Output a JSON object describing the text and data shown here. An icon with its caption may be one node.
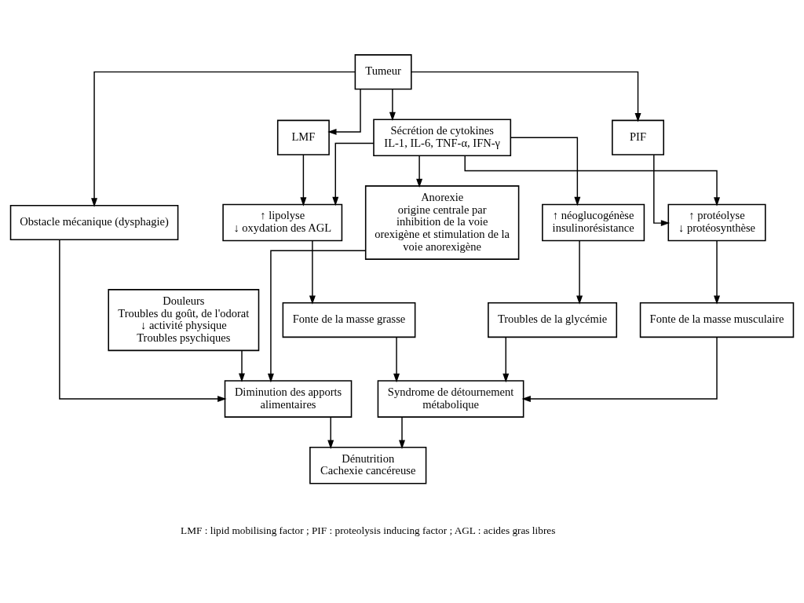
{
  "diagram": {
    "nodes": [
      {
        "text": [
          "Tumeur"
        ]
      },
      {
        "text": [
          "Sécrétion de cytokines",
          "IL-1, IL-6, TNF-α, IFN-γ"
        ]
      },
      {
        "text": [
          "LMF"
        ]
      },
      {
        "text": [
          "PIF"
        ]
      },
      {
        "text": [
          "Obstacle mécanique (dysphagie)"
        ]
      },
      {
        "text": [
          "Anorexie",
          "origine centrale par inhibition de la voie orexigène et stimulation de la voie anorexigène"
        ]
      },
      {
        "text": [
          "↑ lipolyse",
          "↓ oxydation des AGL"
        ]
      },
      {
        "text": [
          "↑ protéolyse",
          "↓ protéosynthèse"
        ]
      },
      {
        "text": [
          "↑ néoglucogénèse",
          "insulinorésistance"
        ]
      },
      {
        "text": [
          "Douleurs",
          "Troubles du goût, de l'odorat",
          "↓ activité physique",
          "Troubles psychiques"
        ]
      },
      {
        "text": [
          "Fonte de la masse grasse"
        ]
      },
      {
        "text": [
          "Fonte de la masse musculaire"
        ]
      },
      {
        "text": [
          "Troubles de la glycémie"
        ]
      },
      {
        "text": [
          "Diminution des apports alimentaires"
        ]
      },
      {
        "text": [
          "Syndrome de détournement métabolique"
        ]
      },
      {
        "text": [
          "Dénutrition",
          "Cachexie cancéreuse"
        ]
      }
    ],
    "edges": [
      {
        "from": 0,
        "to": 4,
        "arrow": "to"
      },
      {
        "from": 0,
        "to": 1,
        "arrow": "to"
      },
      {
        "from": 0,
        "to": 2,
        "arrow": "to"
      },
      {
        "from": 0,
        "to": 3,
        "arrow": "to"
      },
      {
        "from": 1,
        "to": 5,
        "arrow": "to"
      },
      {
        "from": 1,
        "to": 6,
        "arrow": "to"
      },
      {
        "from": 1,
        "to": 7,
        "arrow": "to"
      },
      {
        "from": 1,
        "to": 8,
        "arrow": "to"
      },
      {
        "from": 2,
        "to": 6,
        "arrow": "to"
      },
      {
        "from": 3,
        "to": 7,
        "arrow": "to"
      },
      {
        "from": 4,
        "to": 13,
        "arrow": "to"
      },
      {
        "from": 5,
        "to": 13,
        "arrow": "to"
      },
      {
        "from": 9,
        "to": 13,
        "arrow": "to"
      },
      {
        "from": 6,
        "to": 10,
        "arrow": "to"
      },
      {
        "from": 7,
        "to": 11,
        "arrow": "to"
      },
      {
        "from": 8,
        "to": 12,
        "arrow": "to"
      },
      {
        "from": 10,
        "to": 14,
        "arrow": "to"
      },
      {
        "from": 11,
        "to": 14,
        "arrow": "to"
      },
      {
        "from": 12,
        "to": 14,
        "arrow": "to"
      },
      {
        "from": 13,
        "to": 15,
        "arrow": "to"
      },
      {
        "from": 14,
        "to": 15,
        "arrow": "to"
      }
    ],
    "labels": [
      "LMF : lipid mobilising factor ; PIF : proteolysis inducing factor ; AGL : acides gras libres"
    ]
  }
}
